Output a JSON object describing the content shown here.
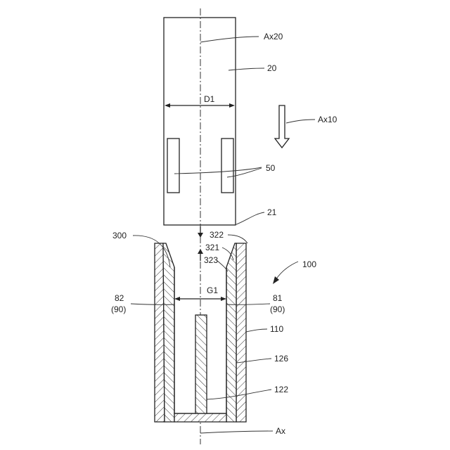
{
  "figure": {
    "labels": {
      "ax20": "Ax20",
      "n20": "20",
      "d1": "D1",
      "ax10": "Ax10",
      "n50": "50",
      "n21": "21",
      "n300": "300",
      "n322": "322",
      "n321": "321",
      "n323": "323",
      "n100": "100",
      "n82": "82",
      "p90a": "(90)",
      "g1": "G1",
      "n81": "81",
      "p90b": "(90)",
      "n110": "110",
      "n126": "126",
      "n122": "122",
      "ax": "Ax"
    }
  }
}
